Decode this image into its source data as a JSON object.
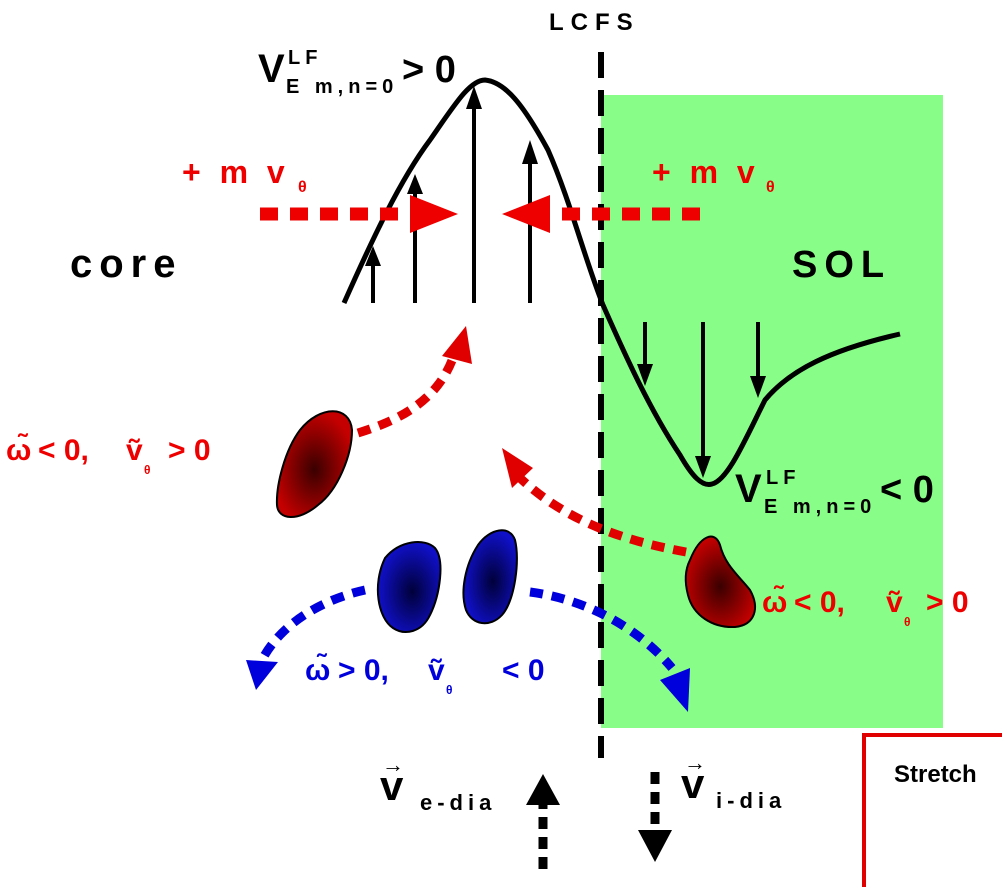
{
  "labels": {
    "lcfs": "LCFS",
    "core": "core",
    "sol": "SOL",
    "v_lf_pos": {
      "base": "V",
      "sup": "LF",
      "sub": "E m,n=0",
      "rel": "> 0"
    },
    "v_lf_neg": {
      "base": "V",
      "sup": "LF",
      "sub": "E m,n=0",
      "rel": "< 0"
    },
    "mv_left": {
      "text": "+ m v",
      "sub": "θ"
    },
    "mv_right": {
      "text": "+ m v",
      "sub": "θ"
    },
    "red_blob_left": {
      "omega": "ω̃",
      "rel1": "< 0,",
      "v": "ṽ",
      "sub": "θ",
      "rel2": "> 0"
    },
    "red_blob_right": {
      "omega": "ω̃",
      "rel1": "< 0,",
      "v": "ṽ",
      "sub": "θ",
      "rel2": "> 0"
    },
    "blue_blobs": {
      "omega": "ω̃",
      "rel1": "> 0,",
      "v": "ṽ",
      "sub": "θ",
      "rel2": "< 0"
    },
    "v_e_dia": {
      "v": "v",
      "arrow": "→",
      "sub": "e-dia"
    },
    "v_i_dia": {
      "v": "v",
      "arrow": "→",
      "sub": "i-dia"
    },
    "note": "Stretch"
  },
  "colors": {
    "sol_region": "#88fd88",
    "red": "#ee0000",
    "blue": "#0000dd",
    "blob_red": "#b00000",
    "blob_blue": "#0b0bb0"
  }
}
